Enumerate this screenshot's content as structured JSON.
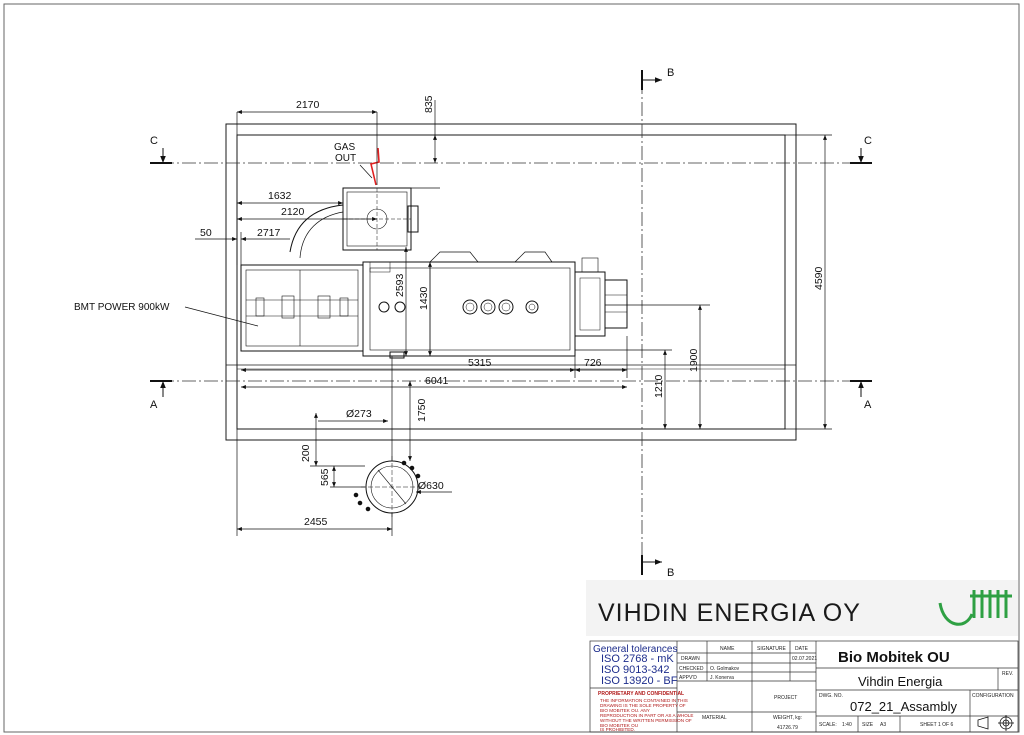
{
  "dimensions": {
    "d2170": "2170",
    "d835": "835",
    "d1632": "1632",
    "d2120": "2120",
    "d50": "50",
    "d2717": "2717",
    "d2593": "2593",
    "d1430": "1430",
    "d5315": "5315",
    "d726": "726",
    "d6041": "6041",
    "d4590": "4590",
    "d1900": "1900",
    "d1210": "1210",
    "d273": "Ø273",
    "d1750": "1750",
    "d200": "200",
    "d565": "565",
    "d630": "Ø630",
    "d2455": "2455"
  },
  "labels": {
    "gas_out_1": "GAS",
    "gas_out_2": "OUT",
    "bmt_power": "BMT POWER 900kW"
  },
  "sections": {
    "b_top": "B",
    "b_bottom": "B",
    "c_left": "C",
    "c_right": "C",
    "a_left": "A",
    "a_right": "A"
  },
  "branding": {
    "company_logo": "VIHDIN ENERGIA OY"
  },
  "title_block": {
    "tolerances": {
      "heading": "General tolerances",
      "iso1": "ISO 2768 - mK",
      "iso2": "ISO 9013-342",
      "iso3": "ISO 13920 - BF"
    },
    "proprietary": {
      "heading": "PROPRIETARY AND CONFIDENTIAL",
      "line1": "THE INFORMATION CONTAINED IN THIS",
      "line2": "DRAWING IS THE SOLE PROPERTY OF",
      "line3": "BIO MOBITEK OU. ANY",
      "line4": "REPRODUCTION IN PART OR AS A WHOLE",
      "line5": "WITHOUT THE WRITTEN PERMISSION OF",
      "line6": "BIO MOBITEK OU",
      "line7": "IS PROHIBITED."
    },
    "headers": {
      "name": "NAME",
      "signature": "SIGNATURE",
      "date": "DATE"
    },
    "rows": [
      {
        "role": "DRAWN",
        "name": "",
        "date": "02.07.2021"
      },
      {
        "role": "CHECKED",
        "name": "O. Golmakov",
        "date": ""
      },
      {
        "role": "APPV'D",
        "name": "J. Konerva",
        "date": ""
      }
    ],
    "project_label": "PROJECT",
    "material_label": "MATERIAL",
    "weight_label": "WEIGHT, kg:",
    "weight_value": "41726.79",
    "company": "Bio Mobitek OU",
    "client": "Vihdin Energia",
    "dwg_no_label": "DWG. NO.",
    "drawing_number": "072_21_Assambly",
    "rev_label": "REV.",
    "configuration_label": "CONFIGURATION",
    "scale_label": "SCALE:",
    "scale_value": "1:40",
    "size_label": "SIZE",
    "size_value": "A3",
    "sheet": "SHEET 1 OF 6"
  },
  "colors": {
    "line": "#1a1a1a",
    "gas_arrow": "#e02020",
    "logo_green": "#2ea043",
    "tolerance_text": "#1d2d8c",
    "confidential_text": "#b01818"
  },
  "icons": {
    "pipe_logo": "pipe-logo-icon",
    "projection": "third-angle-projection-icon",
    "target": "crosshair-target-icon"
  }
}
